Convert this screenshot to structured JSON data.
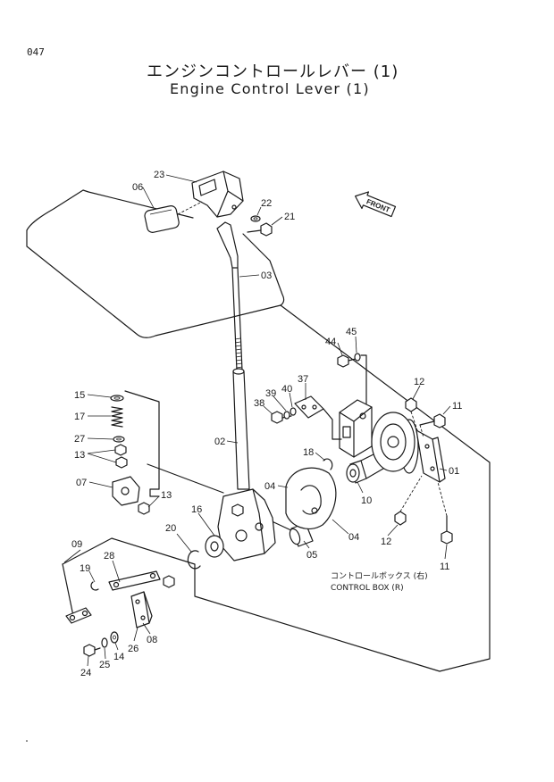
{
  "page_number": "047",
  "title_jp": "エンジンコントロールレバー (1)",
  "title_en": "Engine Control Lever (1)",
  "front_label": "FRONT",
  "control_box_jp": "コントロールボックス (右)",
  "control_box_en": "CONTROL BOX (R)",
  "colors": {
    "ink": "#1a1a1a",
    "paper": "#ffffff"
  },
  "part_labels": [
    "23",
    "06",
    "22",
    "21",
    "03",
    "45",
    "44",
    "37",
    "40",
    "39",
    "38",
    "12",
    "11",
    "15",
    "17",
    "02",
    "27",
    "13",
    "18",
    "01",
    "07",
    "13",
    "04",
    "10",
    "16",
    "20",
    "04",
    "12",
    "05",
    "09",
    "28",
    "19",
    "11",
    "08",
    "26",
    "24",
    "25",
    "14"
  ]
}
